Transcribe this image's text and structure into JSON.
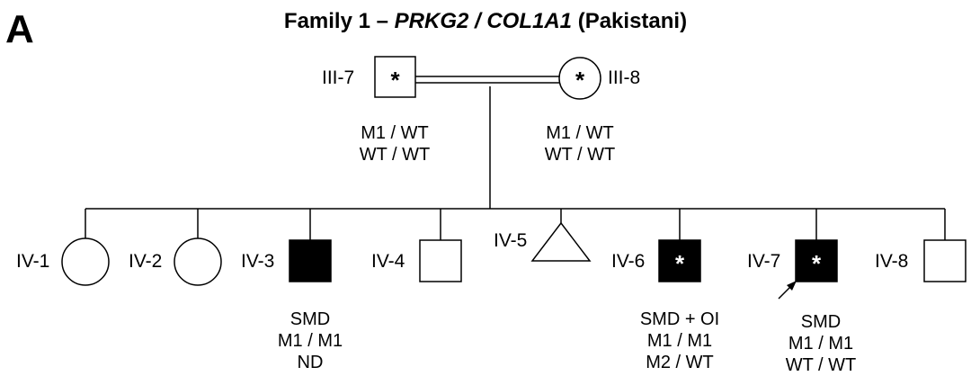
{
  "panel_label": "A",
  "title": {
    "prefix": "Family 1 – ",
    "genes": "PRKG2 / COL1A1",
    "suffix": " (Pakistani)"
  },
  "carrier_mark": "*",
  "parents": [
    {
      "id": "III-7",
      "sex": "male",
      "affected": false,
      "carrier_mark": true,
      "genotype": [
        "M1 / WT",
        "WT / WT"
      ]
    },
    {
      "id": "III-8",
      "sex": "female",
      "affected": false,
      "carrier_mark": true,
      "genotype": [
        "M1 / WT",
        "WT / WT"
      ]
    }
  ],
  "children": [
    {
      "id": "IV-1",
      "sex": "female",
      "affected": false,
      "carrier_mark": false,
      "genotype": []
    },
    {
      "id": "IV-2",
      "sex": "female",
      "affected": false,
      "carrier_mark": false,
      "genotype": []
    },
    {
      "id": "IV-3",
      "sex": "male",
      "affected": true,
      "carrier_mark": false,
      "genotype": [
        "SMD",
        "M1 / M1",
        "ND"
      ]
    },
    {
      "id": "IV-4",
      "sex": "male",
      "affected": false,
      "carrier_mark": false,
      "genotype": []
    },
    {
      "id": "IV-5",
      "sex": "unknown",
      "affected": false,
      "carrier_mark": false,
      "genotype": []
    },
    {
      "id": "IV-6",
      "sex": "male",
      "affected": true,
      "carrier_mark": true,
      "genotype": [
        "SMD + OI",
        "M1 / M1",
        "M2 / WT"
      ]
    },
    {
      "id": "IV-7",
      "sex": "male",
      "affected": true,
      "carrier_mark": true,
      "proband": true,
      "genotype": [
        "SMD",
        "M1 / M1",
        "WT / WT"
      ]
    },
    {
      "id": "IV-8",
      "sex": "male",
      "affected": false,
      "carrier_mark": false,
      "genotype": []
    }
  ]
}
